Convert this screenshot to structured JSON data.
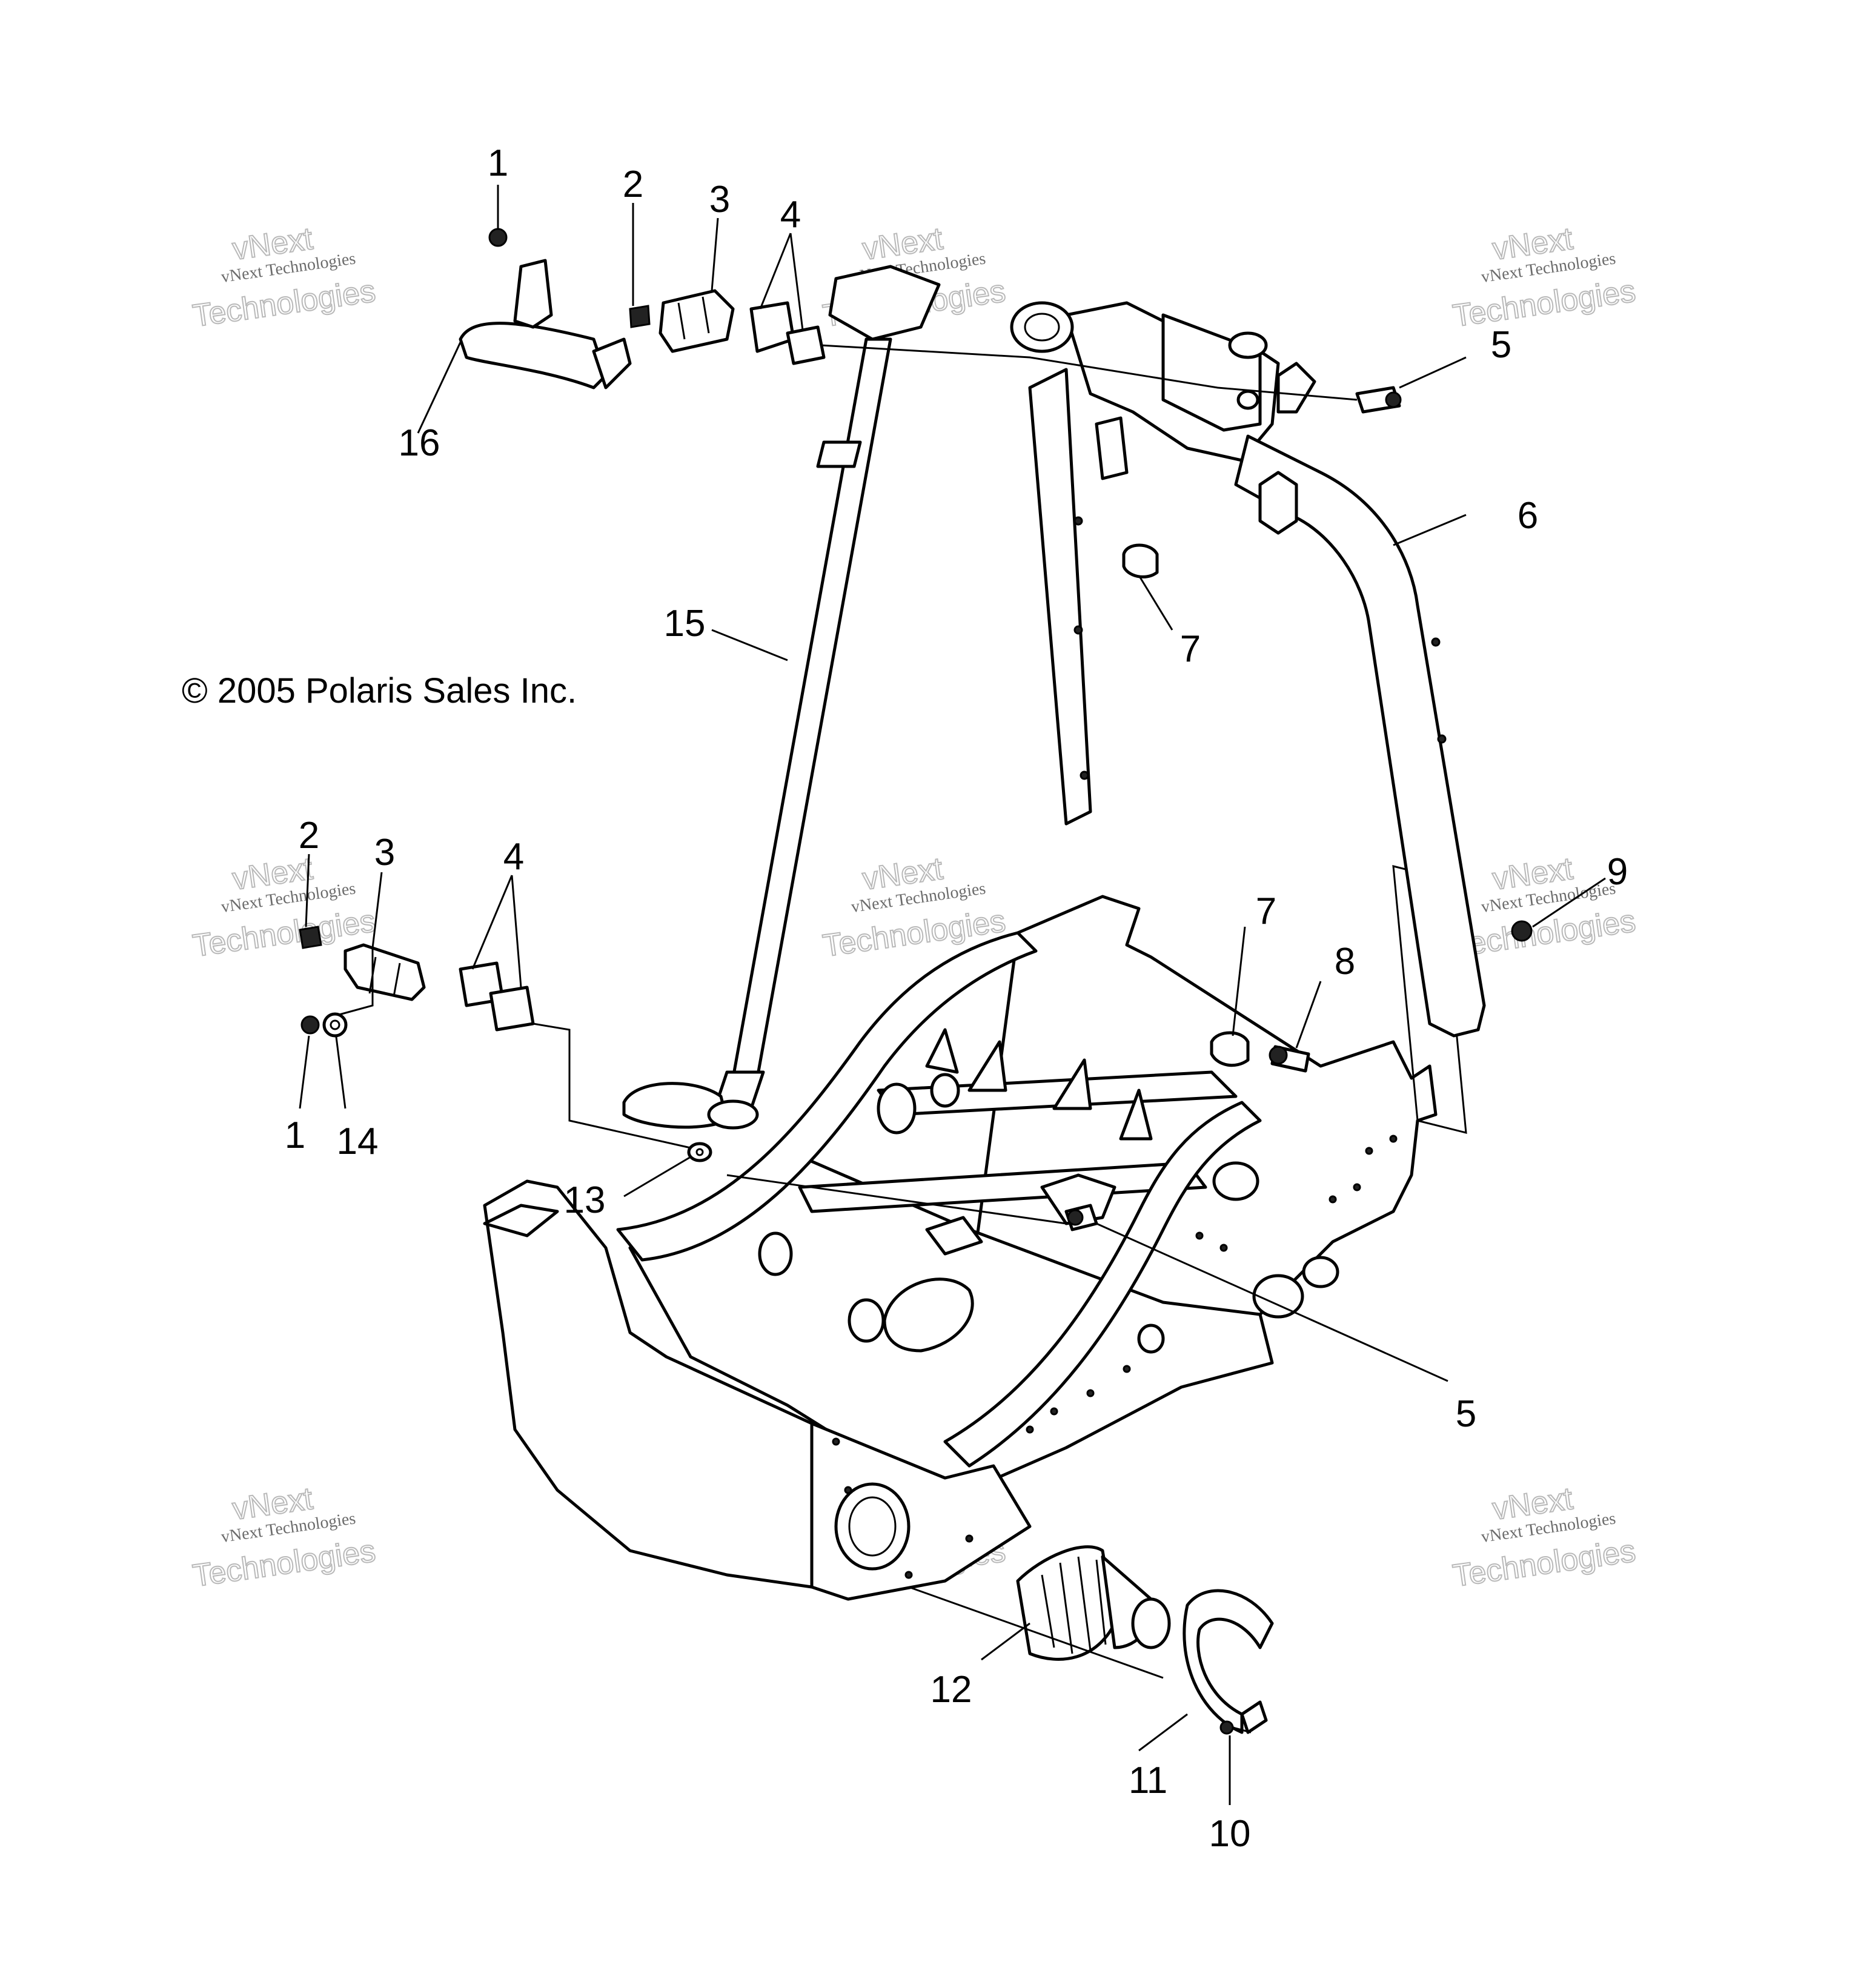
{
  "copyright": "© 2005 Polaris Sales Inc.",
  "watermark": {
    "line1": "vNext Technologies",
    "line2": "vNext",
    "line3": "Technologies"
  },
  "callouts": [
    {
      "id": "c1a",
      "label": "1"
    },
    {
      "id": "c2a",
      "label": "2"
    },
    {
      "id": "c3a",
      "label": "3"
    },
    {
      "id": "c4a",
      "label": "4"
    },
    {
      "id": "c5a",
      "label": "5"
    },
    {
      "id": "c6",
      "label": "6"
    },
    {
      "id": "c7a",
      "label": "7"
    },
    {
      "id": "c15",
      "label": "15"
    },
    {
      "id": "c16",
      "label": "16"
    },
    {
      "id": "c2b",
      "label": "2"
    },
    {
      "id": "c3b",
      "label": "3"
    },
    {
      "id": "c4b",
      "label": "4"
    },
    {
      "id": "c1b",
      "label": "1"
    },
    {
      "id": "c14",
      "label": "14"
    },
    {
      "id": "c7b",
      "label": "7"
    },
    {
      "id": "c8",
      "label": "8"
    },
    {
      "id": "c9",
      "label": "9"
    },
    {
      "id": "c13",
      "label": "13"
    },
    {
      "id": "c5b",
      "label": "5"
    },
    {
      "id": "c12",
      "label": "12"
    },
    {
      "id": "c11",
      "label": "11"
    },
    {
      "id": "c10",
      "label": "10"
    }
  ]
}
